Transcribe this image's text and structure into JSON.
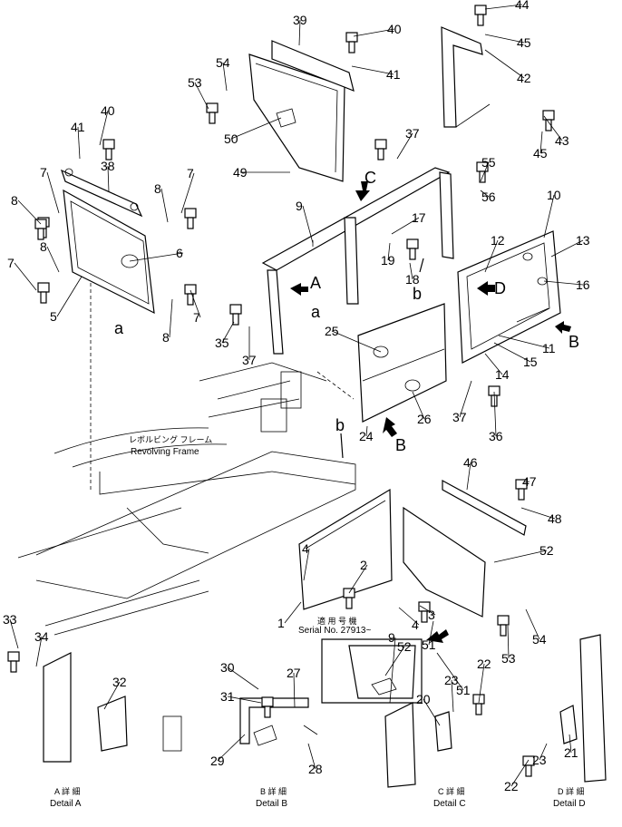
{
  "callouts": [
    "1",
    "2",
    "3",
    "4",
    "5",
    "6",
    "7",
    "8",
    "9",
    "10",
    "11",
    "12",
    "13",
    "14",
    "15",
    "16",
    "17",
    "18",
    "19",
    "20",
    "21",
    "22",
    "23",
    "24",
    "25",
    "26",
    "27",
    "28",
    "29",
    "30",
    "31",
    "32",
    "33",
    "34",
    "35",
    "36",
    "37",
    "38",
    "39",
    "40",
    "41",
    "42",
    "43",
    "44",
    "45",
    "46",
    "47",
    "48",
    "49",
    "50",
    "51",
    "52",
    "53",
    "54",
    "55",
    "56"
  ],
  "view_letters": {
    "A": "A",
    "B": "B",
    "C": "C",
    "D": "D",
    "a": "a",
    "b": "b"
  },
  "revolving_frame": {
    "jp": "レボルビング フレーム",
    "en": "Revolving Frame"
  },
  "serial": {
    "jp": "適 用 号 機",
    "en": "Serial No. 27913~"
  },
  "details": [
    {
      "jp": "A 詳 細",
      "en": "Detail A"
    },
    {
      "jp": "B 詳 細",
      "en": "Detail B"
    },
    {
      "jp": "C 詳 細",
      "en": "Detail C"
    },
    {
      "jp": "D 詳 細",
      "en": "Detail D"
    }
  ]
}
